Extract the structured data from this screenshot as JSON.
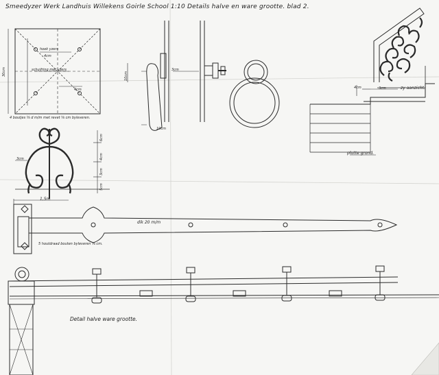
{
  "sheet": {
    "title": "Smeedyzer Werk Landhuis Willekens Goirle School 1:10 Details halve en ware grootte. blad 2.",
    "colors": {
      "paper": "#f6f6f4",
      "ink": "#2a2a2a",
      "light_ink": "#9a9a9a"
    }
  },
  "labels": {
    "hook_text_1": "hoek yzers",
    "hook_dim_1": "4cm",
    "hook_text_2": "schuifring met yzers",
    "hook_dim_2": "4cm",
    "hook_note": "4 boutjes ⅝ d m/m met revet ⅝ cm byleveren.",
    "hook_side": "30cm",
    "handle_dim_1": "10cm",
    "handle_dim_2": "3cm",
    "handle_dim_3": "10cm",
    "ornament_left": "3cm",
    "ornament_dims": [
      "6cm",
      "4cm",
      "3cm",
      "5cm"
    ],
    "stair_dim_1": "4cm",
    "stair_dim_2": "3cm",
    "stair_view": "zy aanzicht.",
    "stair_base": "plutte grond.",
    "hinge_width": "1,5m",
    "hinge_thickness": "dik 20 m/m",
    "hinge_bolts": "5 houtdraad bouten byleveren ⅝ cm.",
    "detail_caption": "Detail halve ware grootte."
  }
}
